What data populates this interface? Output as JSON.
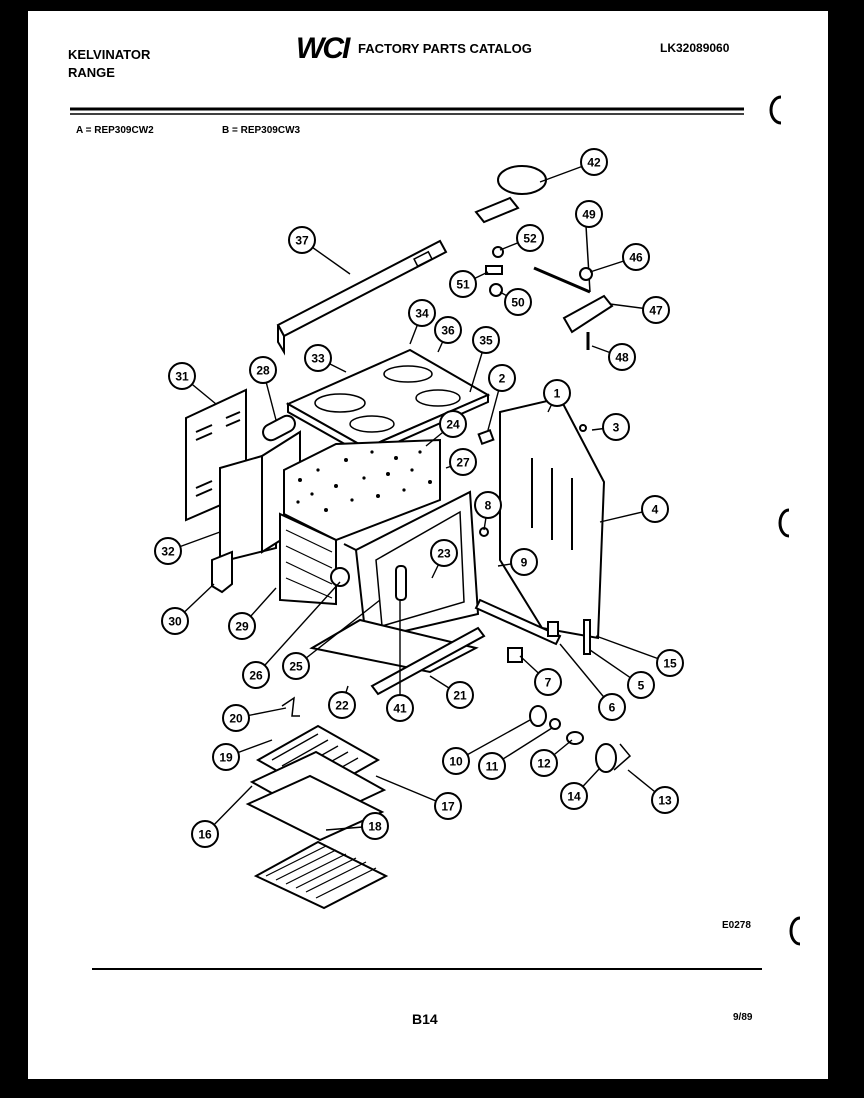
{
  "header": {
    "brand": "KELVINATOR",
    "product": "RANGE",
    "logo_text": "WCI",
    "catalog_title": "FACTORY PARTS CATALOG",
    "catalog_number": "LK32089060"
  },
  "models": {
    "a": "A = REP309CW2",
    "b": "B = REP309CW3"
  },
  "callouts": [
    "42",
    "49",
    "52",
    "46",
    "37",
    "51",
    "50",
    "47",
    "34",
    "36",
    "48",
    "33",
    "35",
    "31",
    "28",
    "2",
    "1",
    "3",
    "24",
    "27",
    "8",
    "4",
    "32",
    "23",
    "9",
    "30",
    "29",
    "26",
    "25",
    "15",
    "5",
    "7",
    "6",
    "22",
    "41",
    "21",
    "20",
    "19",
    "10",
    "11",
    "12",
    "13",
    "14",
    "17",
    "16",
    "18"
  ],
  "footer": {
    "drawing_code": "E0278",
    "page": "B14",
    "date": "9/89"
  }
}
